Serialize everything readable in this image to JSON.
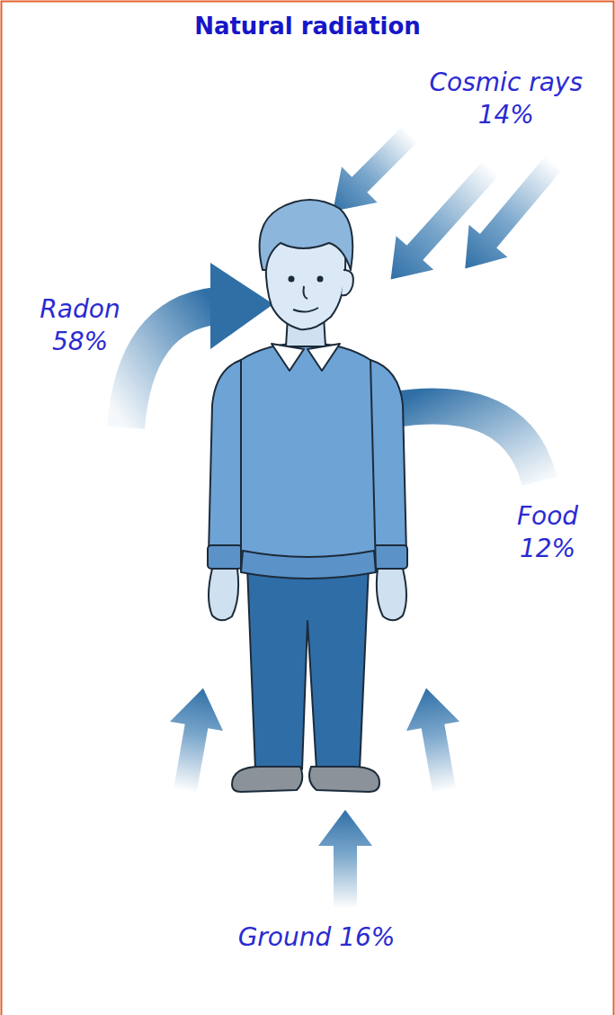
{
  "diagram": {
    "title": "Natural radiation",
    "labels": [
      "Cosmic rays 14%",
      "Radon 58%",
      "Food 12%",
      "Ground 16%"
    ]
  }
}
